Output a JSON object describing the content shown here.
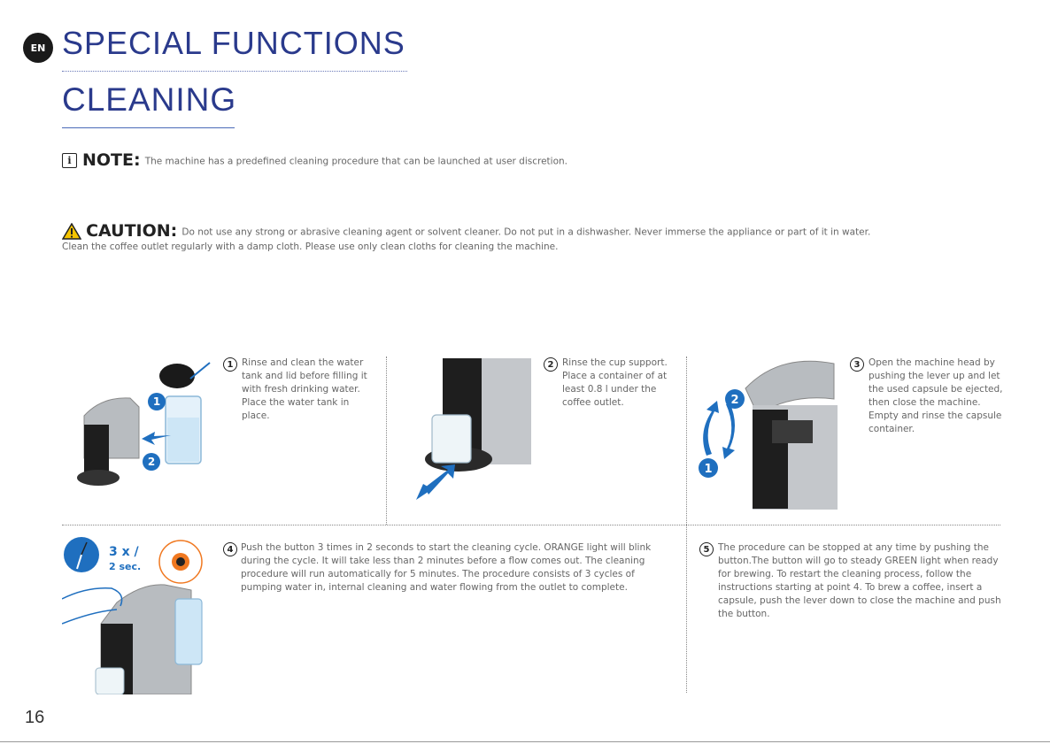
{
  "header": {
    "lang": "EN",
    "section_title": "SPECIAL FUNCTIONS",
    "subsection_title": "CLEANING"
  },
  "note": {
    "label": "NOTE:",
    "text": "The machine has a predefined cleaning procedure that can be launched at user discretion."
  },
  "caution": {
    "label": "CAUTION:",
    "text": "Do not use any strong or abrasive cleaning agent or solvent cleaner. Do not put in a dishwasher. Never immerse the appliance or part of it in water.",
    "text2": "Clean the coffee outlet regularly with a damp cloth. Please use only clean cloths for cleaning the machine."
  },
  "steps": [
    {
      "num": "1",
      "text": "Rinse and clean the water tank and lid before filling it with fresh drinking water. Place the water tank in place."
    },
    {
      "num": "2",
      "text": "Rinse the cup support. Place a container of at least 0.8 l under the coffee outlet."
    },
    {
      "num": "3",
      "text": "Open the machine head by pushing the lever up and let the used capsule be ejected, then close the machine. Empty and rinse the capsule container."
    },
    {
      "num": "4",
      "text": "Push the button 3 times in 2 seconds to start the cleaning cycle. ORANGE light will blink during the cycle. It will take less than 2 minutes before a flow comes out. The cleaning procedure will run automatically for 5 minutes. The procedure consists of 3 cycles of pumping water in, internal cleaning and water flowing from the outlet to complete."
    },
    {
      "num": "5",
      "text": "The procedure can be stopped at any time by pushing the button.The button will go to steady GREEN light when ready for brewing. To restart the cleaning process, follow the instructions starting at point 4. To brew a coffee, insert a capsule, push the lever down to close the machine and push the button."
    }
  ],
  "illustration_labels": {
    "fig1_a": "1",
    "fig1_b": "2",
    "fig3_a": "2",
    "fig3_b": "1",
    "fig4_count": "3 x /",
    "fig4_time": "2 sec."
  },
  "page_number": "16",
  "colors": {
    "heading": "#2a3a8c",
    "accent_blue": "#1f6fbf",
    "orange": "#f07820"
  }
}
